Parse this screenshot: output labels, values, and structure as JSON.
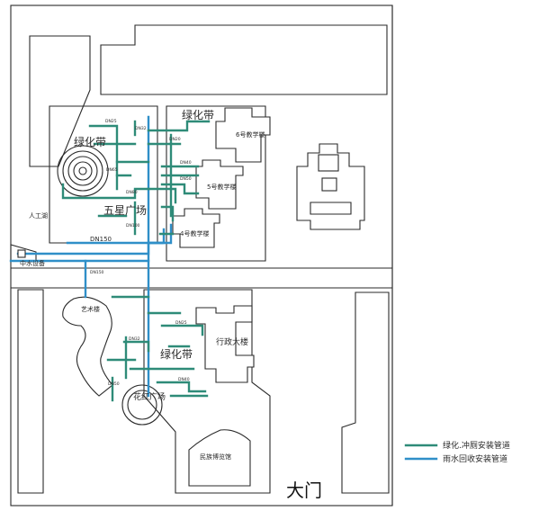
{
  "labels": {
    "green_belt_left": "绿化带",
    "green_belt_top": "绿化带",
    "green_belt_bottom": "绿化带",
    "five_star_square": "五星广场",
    "artificial_lake": "人工湖",
    "middle_water_equipment": "中水设备",
    "art_building": "艺术楼",
    "admin_building": "行政大楼",
    "square_bottom": "花红广场",
    "folk_museum": "民族博览馆",
    "main_gate": "大门",
    "building_6": "6号教学楼",
    "building_5": "5号教学楼",
    "building_4": "4号教学楼",
    "dn150": "DN150",
    "dn_main": "DN150"
  },
  "pipe_labels": [
    "DN20",
    "DN25",
    "DN32",
    "DN40",
    "DN50",
    "DN65",
    "DN80",
    "DN100"
  ],
  "legend": {
    "green_pipe": "绿化.冲厕安装管道",
    "blue_pipe": "雨水回收安装管道"
  },
  "colors": {
    "green_pipe": "#2e8b78",
    "blue_pipe": "#2f8fc8",
    "outline": "#2a2a2a"
  }
}
